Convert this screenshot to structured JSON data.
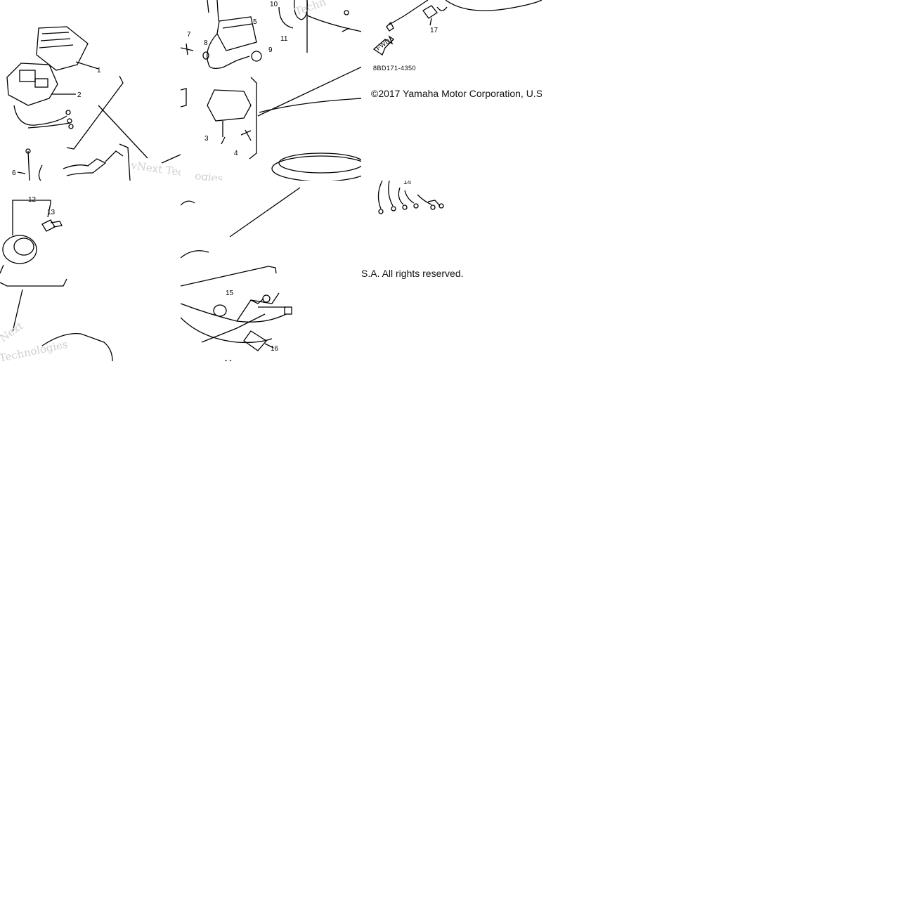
{
  "diagram": {
    "callouts": [
      "1",
      "2",
      "3",
      "4",
      "5",
      "6",
      "7",
      "8",
      "9",
      "10",
      "11",
      "12",
      "13",
      "14",
      "15",
      "16",
      "17"
    ],
    "part_code": "8BD171-4350",
    "fwd_label": "FWD",
    "copyright_part1": "©2017 Yamaha Motor Corporation, U.S",
    "copyright_part2": "S.A. All rights reserved.",
    "watermark_1": "vNext Technologies",
    "watermark_2": "Next",
    "watermark_3": "Technologies",
    "watermark_4": "Techn",
    "watermark_5": "ogies"
  }
}
